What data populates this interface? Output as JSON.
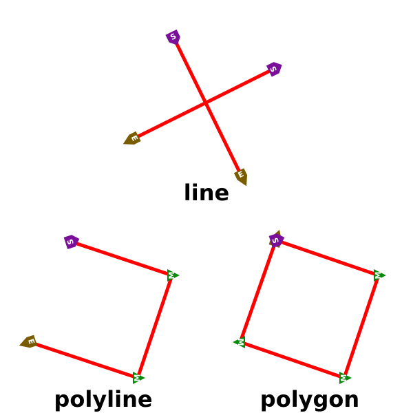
{
  "colors": {
    "path": "#ff0000",
    "start": "#7a0f9a",
    "middle": "#0a8a0a",
    "end": "#7a5c00",
    "text": "#000000"
  },
  "markers": {
    "start": "S",
    "middle": "M",
    "end": "E"
  },
  "panels": {
    "line": {
      "caption": "line"
    },
    "polyline": {
      "caption": "polyline"
    },
    "polygon": {
      "caption": "polygon"
    }
  }
}
